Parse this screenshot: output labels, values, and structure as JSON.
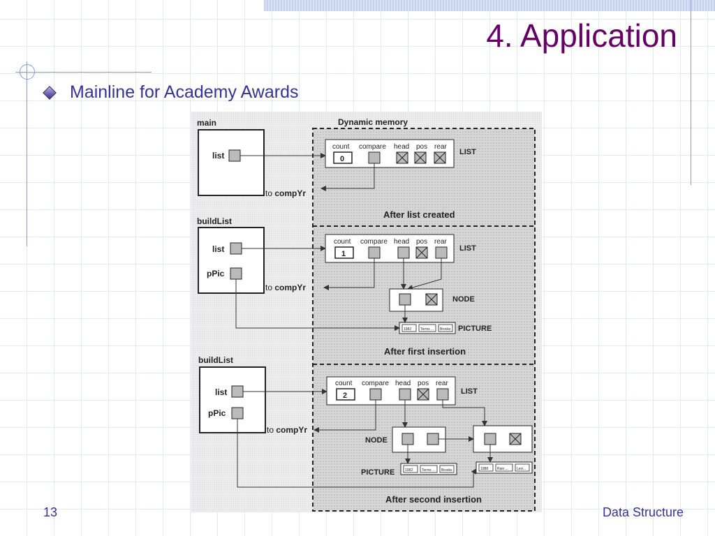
{
  "title": "4. Application",
  "bullet": "Mainline for Academy Awards",
  "page_number": "13",
  "footer": "Data Structure",
  "diagram": {
    "main_label": "main",
    "dynamic_memory_label": "Dynamic memory",
    "build_list_label": "buildList",
    "list_label": "list",
    "ppic_label": "pPic",
    "to_label": "to ",
    "comp_yr_label": "compYr",
    "field_labels": [
      "count",
      "compare",
      "head",
      "pos",
      "rear"
    ],
    "list_tag": "LIST",
    "node_tag": "NODE",
    "picture_tag": "PICTURE",
    "count_values": [
      "0",
      "1",
      "2"
    ],
    "captions": [
      "After list created",
      "After first insertion",
      "After second insertion"
    ],
    "picture_1": [
      "1982",
      "Terms ...",
      "Brooks"
    ],
    "picture_2": [
      "1988",
      "Rain ...",
      "Levi..."
    ]
  }
}
